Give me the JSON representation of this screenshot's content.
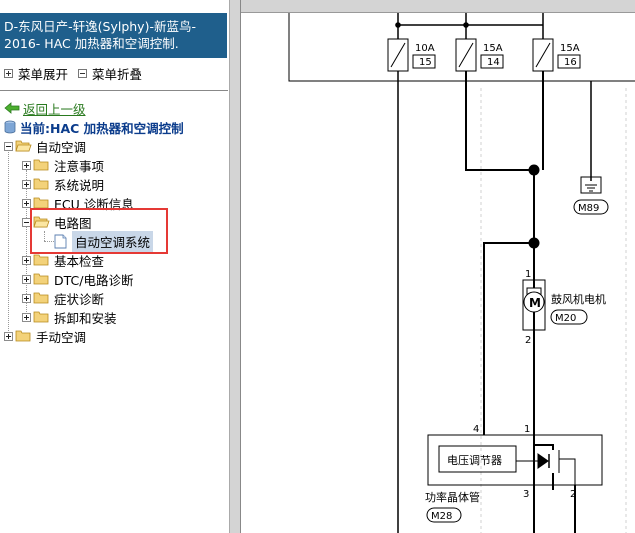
{
  "title": {
    "line1": "D-东风日产-轩逸(Sylphy)-新蓝鸟-",
    "line2": "2016- HAC 加热器和空调控制."
  },
  "menu_ops": {
    "expand_label": "菜单展开",
    "collapse_label": "菜单折叠"
  },
  "nav": {
    "back_label": "返回上一级",
    "current_label": "当前:HAC 加热器和空调控制"
  },
  "tree": {
    "auto_ac": "自动空调",
    "children": [
      "注意事项",
      "系统说明",
      "ECU 诊断信息",
      "电路图",
      "基本检查",
      "DTC/电路诊断",
      "症状诊断",
      "拆卸和安装"
    ],
    "selected_leaf": "自动空调系统",
    "manual_ac": "手动空调"
  },
  "diagram": {
    "fuses": [
      {
        "rating": "10A",
        "number": "15"
      },
      {
        "rating": "15A",
        "number": "14"
      },
      {
        "rating": "15A",
        "number": "16"
      }
    ],
    "ground_connector": "M89",
    "blower_motor": {
      "label": "鼓风机电机",
      "connector": "M20",
      "pin_top": "1",
      "pin_bottom": "2",
      "symbol": "M"
    },
    "power_transistor": {
      "label": "功率晶体管",
      "connector": "M28",
      "regulator": "电压调节器",
      "pins": [
        "4",
        "1",
        "3",
        "2"
      ]
    }
  }
}
